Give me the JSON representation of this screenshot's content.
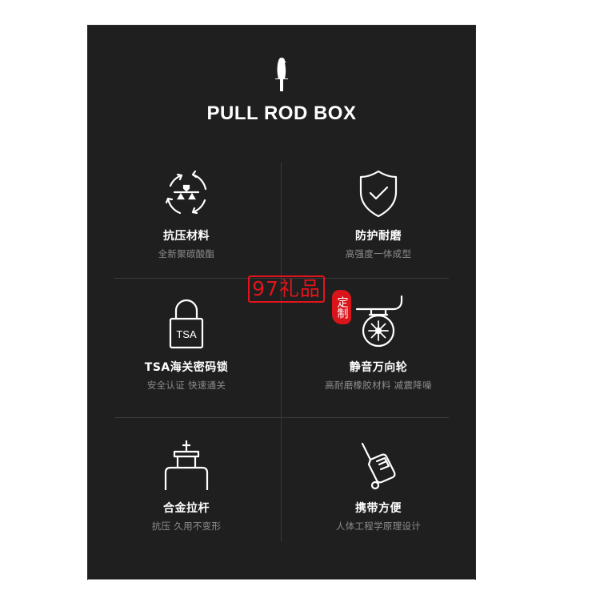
{
  "header": {
    "logo_icon": "bird-icon",
    "title": "PULL ROD BOX"
  },
  "features": [
    {
      "icon": "pressure-cycle-icon",
      "name": "抗压材料",
      "desc": "全新聚碳酸酯"
    },
    {
      "icon": "shield-check-icon",
      "name": "防护耐磨",
      "desc": "高强度一体成型"
    },
    {
      "icon": "tsa-lock-icon",
      "name": "TSA海关密码锁",
      "desc": "安全认证 快速通关",
      "lock_label": "TSA"
    },
    {
      "icon": "wheel-icon",
      "name": "静音万向轮",
      "desc": "高耐磨橡胶材料 减震降噪"
    },
    {
      "icon": "pull-rod-icon",
      "name": "合金拉杆",
      "desc": "抗压 久用不变形"
    },
    {
      "icon": "luggage-icon",
      "name": "携带方便",
      "desc": "人体工程学原理设计"
    }
  ],
  "watermark": {
    "brand": "97礼品",
    "seal": "定制",
    "color": "#e3141b"
  },
  "colors": {
    "panel_bg": "#1f1f1f",
    "text_primary": "#ffffff",
    "text_secondary": "#8c8c8c",
    "divider": "#3a3a3a"
  }
}
